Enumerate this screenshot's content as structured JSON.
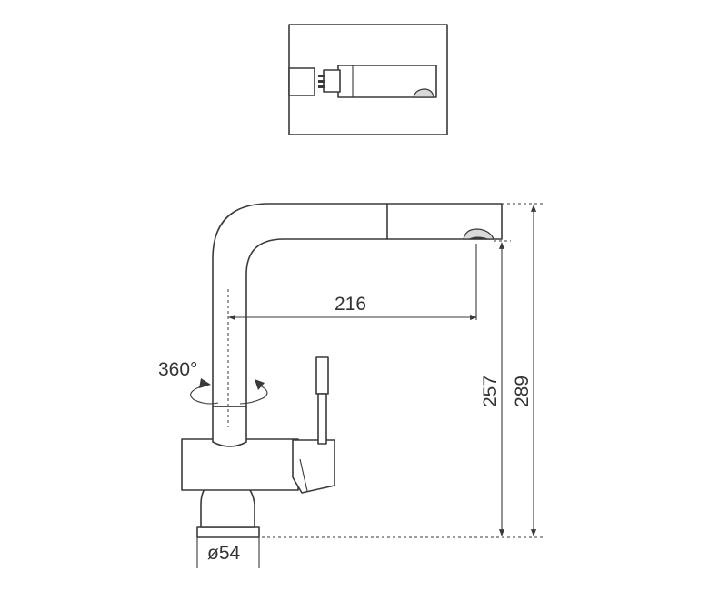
{
  "dimensions": {
    "rotation": "360°",
    "spout_reach": "216",
    "spout_outlet_height": "257",
    "total_height": "289",
    "base_diameter": "ø54"
  },
  "colors": {
    "line": "#3a3a3a",
    "shade": "#d9d9d9",
    "background": "#ffffff"
  }
}
